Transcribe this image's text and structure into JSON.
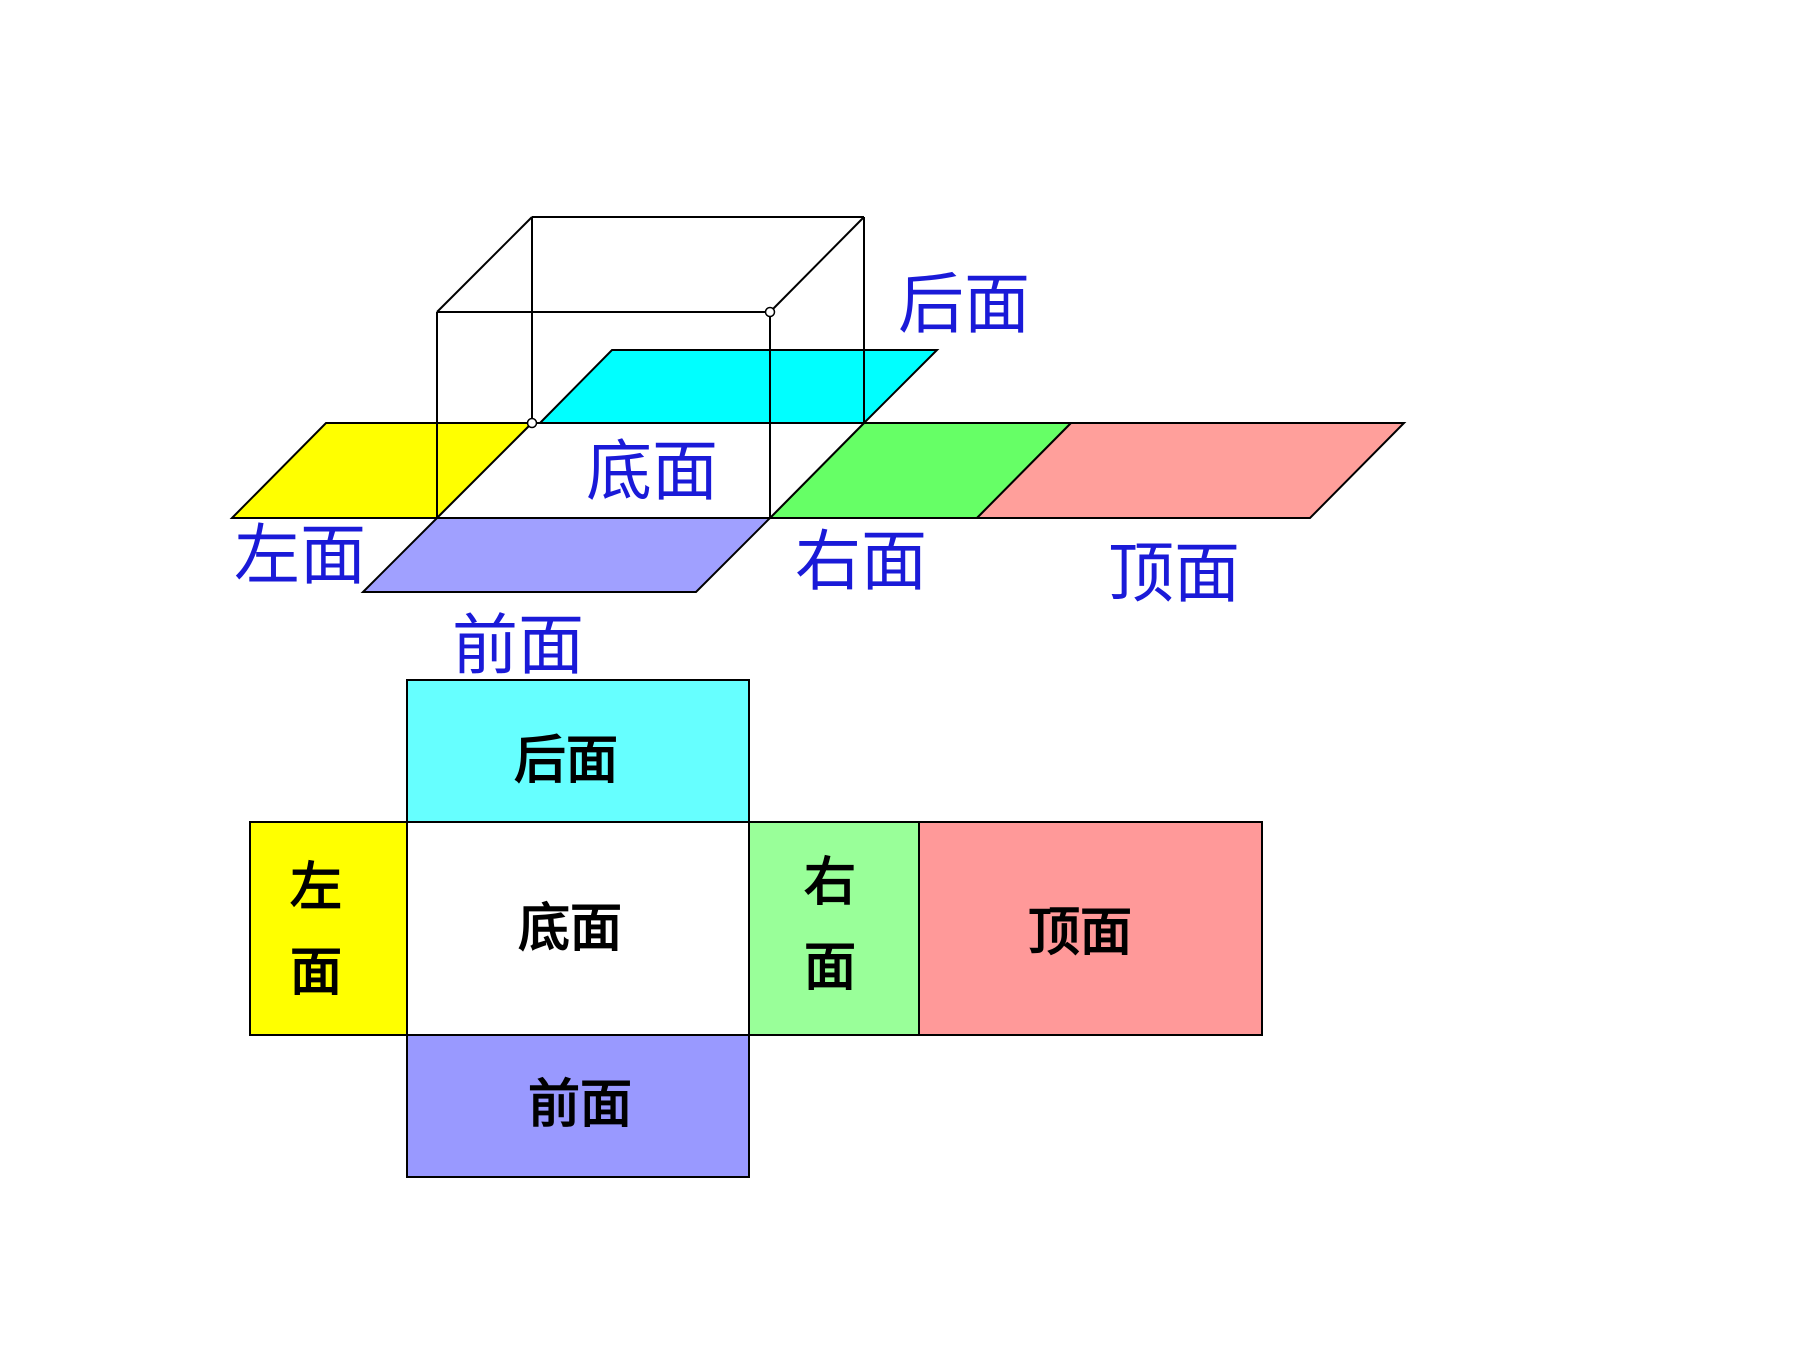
{
  "colors": {
    "back": "#00ffff",
    "left": "#ffff00",
    "right": "#66ff66",
    "top": "#ff9f9b",
    "front": "#a0a0ff",
    "bottom": "#ffffff",
    "net_back": "#66ffff",
    "net_left": "#ffff00",
    "net_right": "#99ff99",
    "net_top": "#ff9999",
    "net_front": "#9999ff",
    "label_blue": "#1a1ad8",
    "outline": "#000000"
  },
  "unfolded_labels": {
    "back": "后面",
    "bottom": "底面",
    "left": "左面",
    "right": "右面",
    "top": "顶面",
    "front": "前面"
  },
  "net_labels": {
    "back": "后面",
    "left_line1": "左",
    "left_line2": "面",
    "bottom": "底面",
    "right_line1": "右",
    "right_line2": "面",
    "top": "顶面",
    "front": "前面"
  }
}
